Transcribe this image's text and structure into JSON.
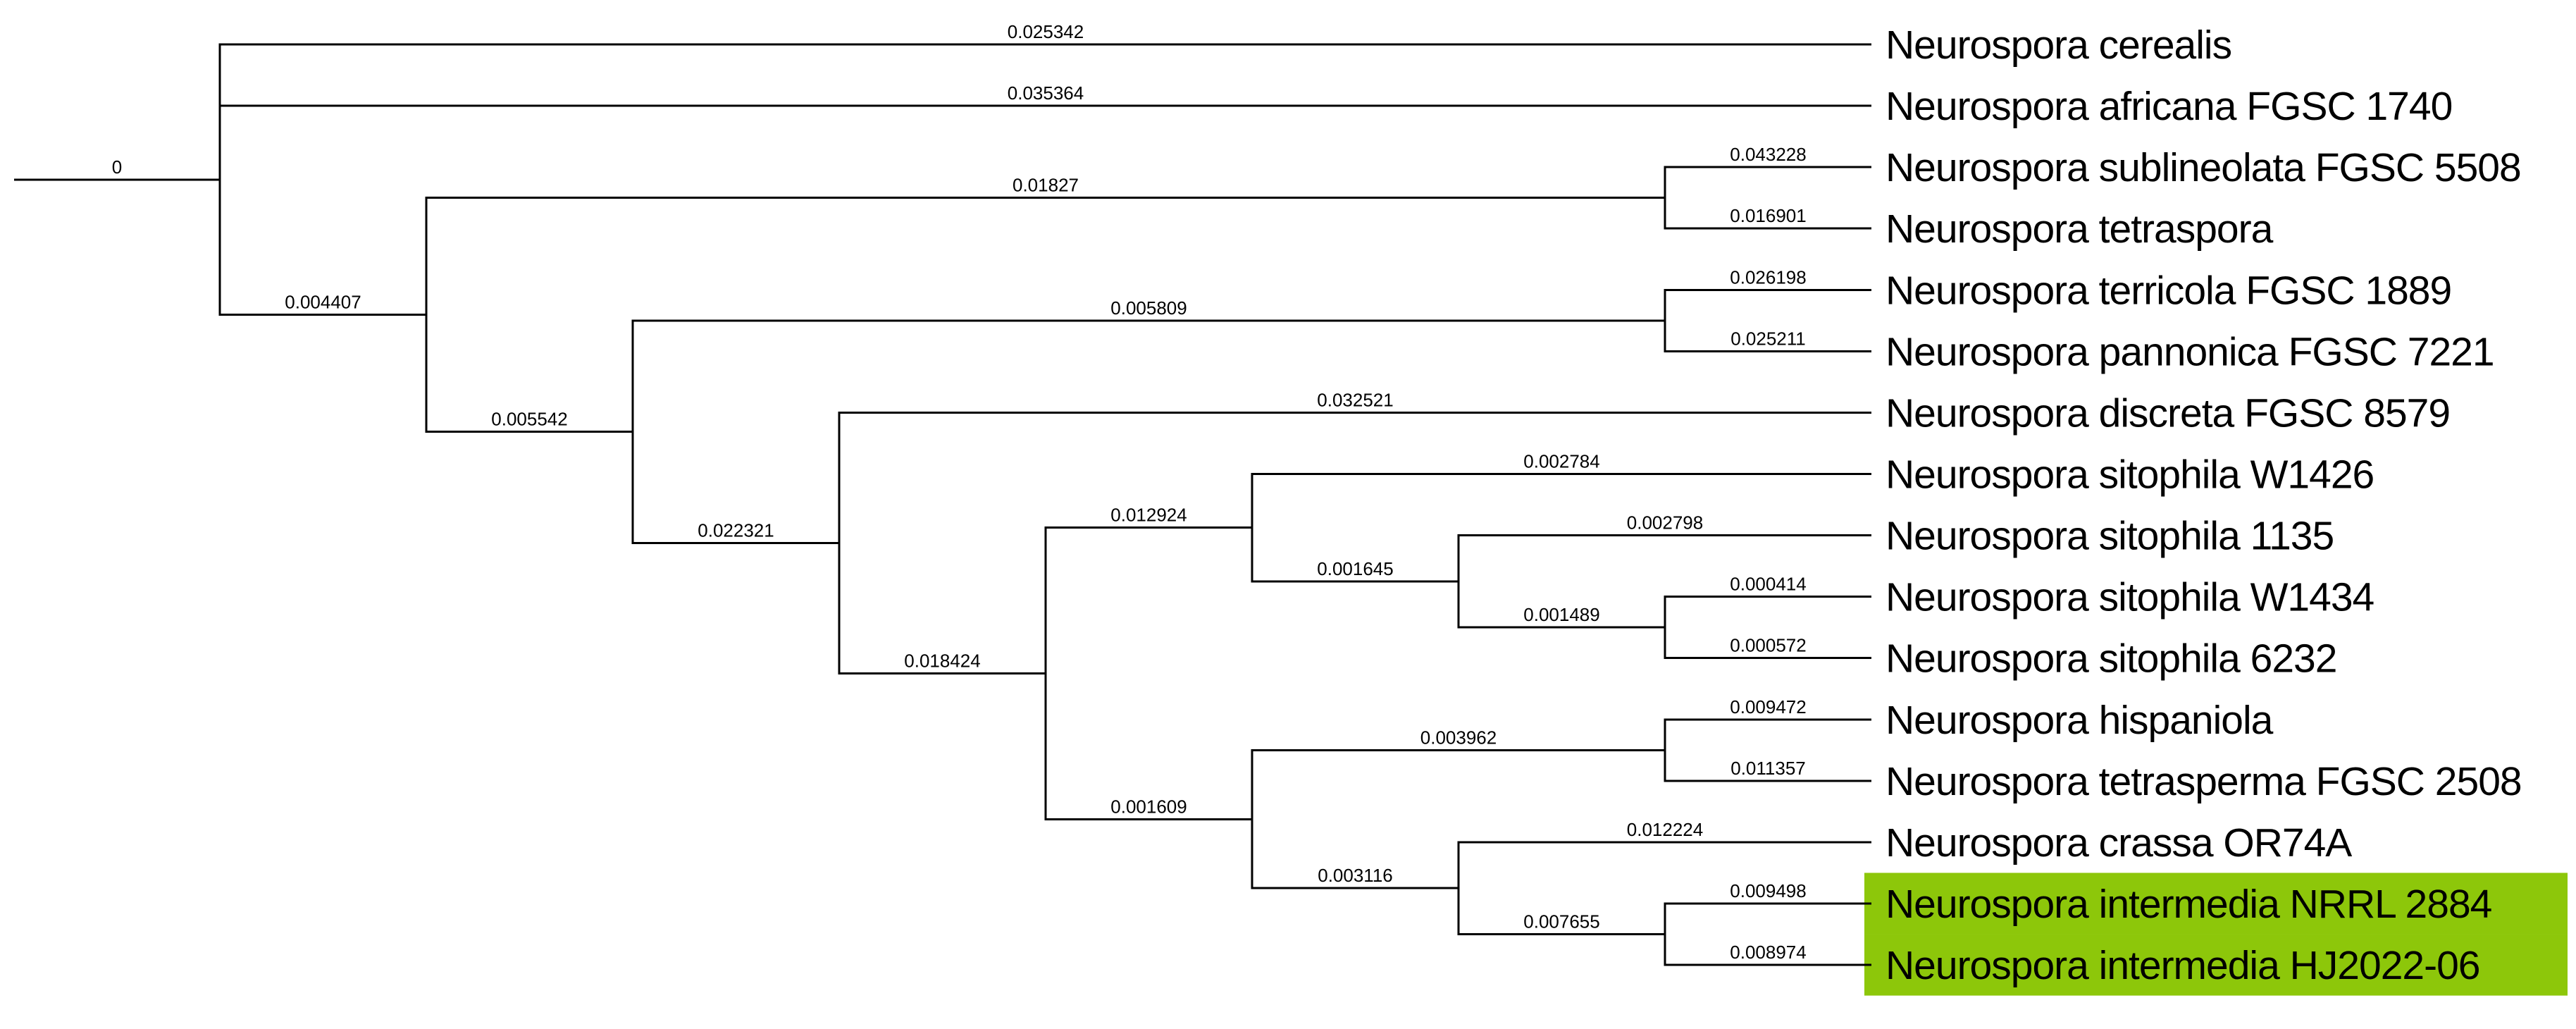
{
  "figure": {
    "background_color": "#ffffff",
    "line_color": "#000000",
    "text_color": "#000000",
    "highlight_color": "#8dc70a",
    "root_length_label": "0"
  },
  "tree": {
    "branch_length_label": "0",
    "children": [
      {
        "name": "Neurospora cerealis",
        "branch_length_label": "0.025342"
      },
      {
        "name": "Neurospora africana FGSC 1740",
        "branch_length_label": "0.035364"
      },
      {
        "branch_length_label": "0.004407",
        "children": [
          {
            "branch_length_label": "0.01827",
            "children": [
              {
                "name": "Neurospora sublineolata FGSC 5508",
                "branch_length_label": "0.043228"
              },
              {
                "name": "Neurospora tetraspora",
                "branch_length_label": "0.016901"
              }
            ]
          },
          {
            "branch_length_label": "0.005542",
            "children": [
              {
                "branch_length_label": "0.005809",
                "children": [
                  {
                    "name": "Neurospora terricola FGSC 1889",
                    "branch_length_label": "0.026198"
                  },
                  {
                    "name": "Neurospora pannonica FGSC 7221",
                    "branch_length_label": "0.025211"
                  }
                ]
              },
              {
                "branch_length_label": "0.022321",
                "children": [
                  {
                    "name": "Neurospora discreta FGSC 8579",
                    "branch_length_label": "0.032521"
                  },
                  {
                    "branch_length_label": "0.018424",
                    "children": [
                      {
                        "branch_length_label": "0.012924",
                        "children": [
                          {
                            "name": "Neurospora sitophila W1426",
                            "branch_length_label": "0.002784"
                          },
                          {
                            "branch_length_label": "0.001645",
                            "children": [
                              {
                                "name": "Neurospora sitophila 1135",
                                "branch_length_label": "0.002798"
                              },
                              {
                                "branch_length_label": "0.001489",
                                "children": [
                                  {
                                    "name": "Neurospora sitophila W1434",
                                    "branch_length_label": "0.000414"
                                  },
                                  {
                                    "name": "Neurospora sitophila 6232",
                                    "branch_length_label": "0.000572"
                                  }
                                ]
                              }
                            ]
                          }
                        ]
                      },
                      {
                        "branch_length_label": "0.001609",
                        "children": [
                          {
                            "branch_length_label": "0.003962",
                            "children": [
                              {
                                "name": "Neurospora hispaniola",
                                "branch_length_label": "0.009472"
                              },
                              {
                                "name": "Neurospora tetrasperma FGSC 2508",
                                "branch_length_label": "0.011357"
                              }
                            ]
                          },
                          {
                            "branch_length_label": "0.003116",
                            "children": [
                              {
                                "name": "Neurospora crassa OR74A",
                                "branch_length_label": "0.012224"
                              },
                              {
                                "branch_length_label": "0.007655",
                                "children": [
                                  {
                                    "name": "Neurospora intermedia NRRL 2884",
                                    "branch_length_label": "0.009498",
                                    "highlighted": true
                                  },
                                  {
                                    "name": "Neurospora intermedia HJ2022-06",
                                    "branch_length_label": "0.008974",
                                    "highlighted": true
                                  }
                                ]
                              }
                            ]
                          }
                        ]
                      }
                    ]
                  }
                ]
              }
            ]
          }
        ]
      }
    ]
  }
}
